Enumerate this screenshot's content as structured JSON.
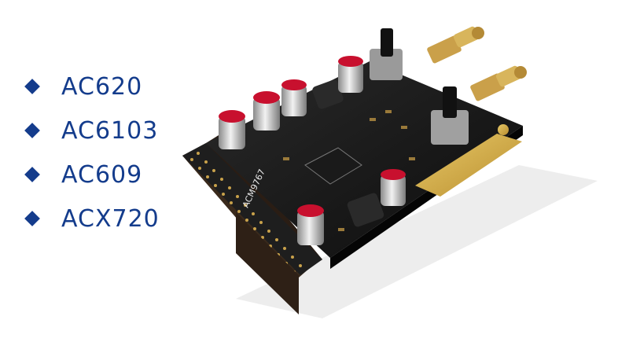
{
  "models": [
    {
      "label": "AC620"
    },
    {
      "label": "AC6103"
    },
    {
      "label": "AC609"
    },
    {
      "label": "ACX720"
    }
  ],
  "board": {
    "silkscreen_text": "ACM9767",
    "pcb_color": "#151515",
    "gold_finger_color": "#d7b24a",
    "connector_color": "#c9a24b"
  }
}
